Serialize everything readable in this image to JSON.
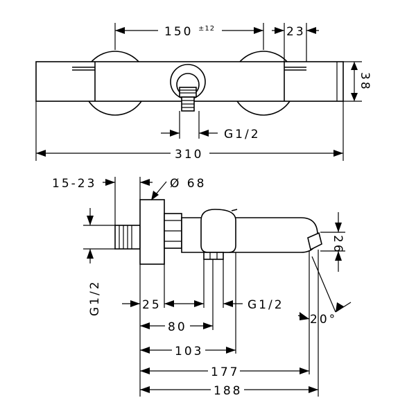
{
  "top_view": {
    "dim_150": "150",
    "dim_150_tol": "±12",
    "dim_23": "23",
    "dim_38": "38",
    "dim_inlet": "G1/2",
    "dim_310": "310"
  },
  "side_view": {
    "dim_15_23": "15-23",
    "dim_diameter": "Ø 68",
    "dim_26": "26",
    "dim_g12_vertical": "G1/2",
    "dim_25": "25",
    "dim_g12_outlet": "G1/2",
    "dim_80": "80",
    "dim_103": "103",
    "dim_177": "177",
    "dim_188": "188",
    "dim_angle": "20°"
  }
}
